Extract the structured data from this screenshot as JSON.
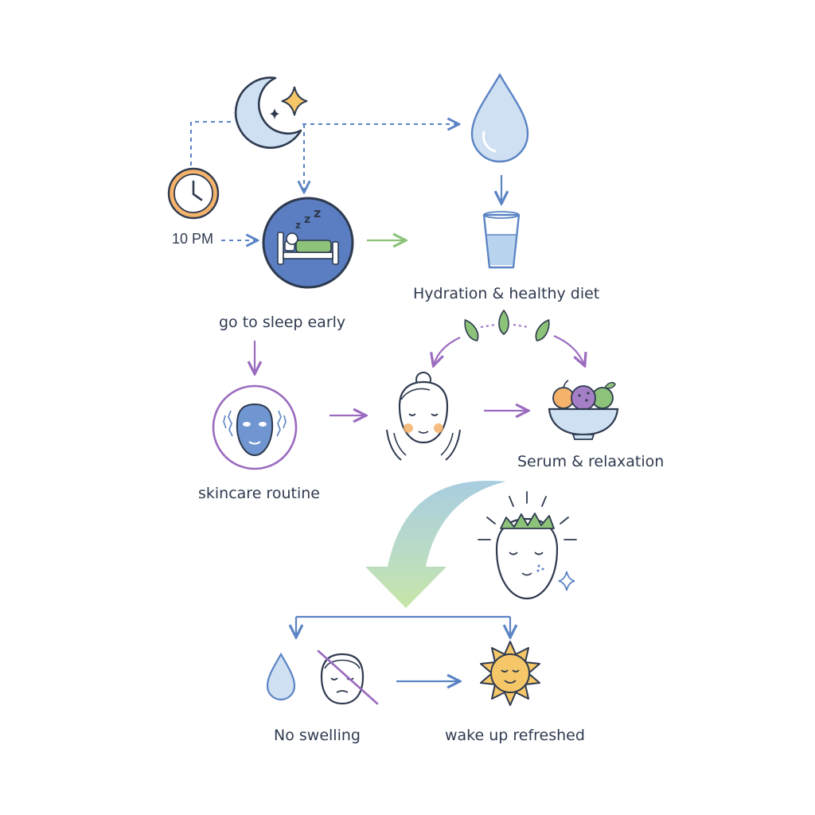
{
  "labels": {
    "time": "10 PM",
    "sleep": "go to sleep early",
    "hydration": "Hydration & healthy diet",
    "skincare": "skincare routine",
    "serum": "Serum & relaxation",
    "no_swelling": "No swelling",
    "wake": "wake up refreshed"
  },
  "icons": [
    "moon-icon",
    "star-icon",
    "clock-icon",
    "sleeping-in-bed-icon",
    "water-drop-icon",
    "glass-of-water-icon",
    "leaf-icon",
    "face-mask-icon",
    "face-care-hands-icon",
    "fruit-bowl-icon",
    "curved-arrow-icon",
    "crowned-face-icon",
    "sparkle-icon",
    "no-puffy-face-icon",
    "sun-face-icon"
  ],
  "colors": {
    "blue": "#5b84c4",
    "navy": "#2e3a4f",
    "green": "#8cc379",
    "purple": "#9b6bbf",
    "light_blue": "#cfe0f3",
    "peach": "#f4b26a",
    "sun": "#f5c768"
  }
}
